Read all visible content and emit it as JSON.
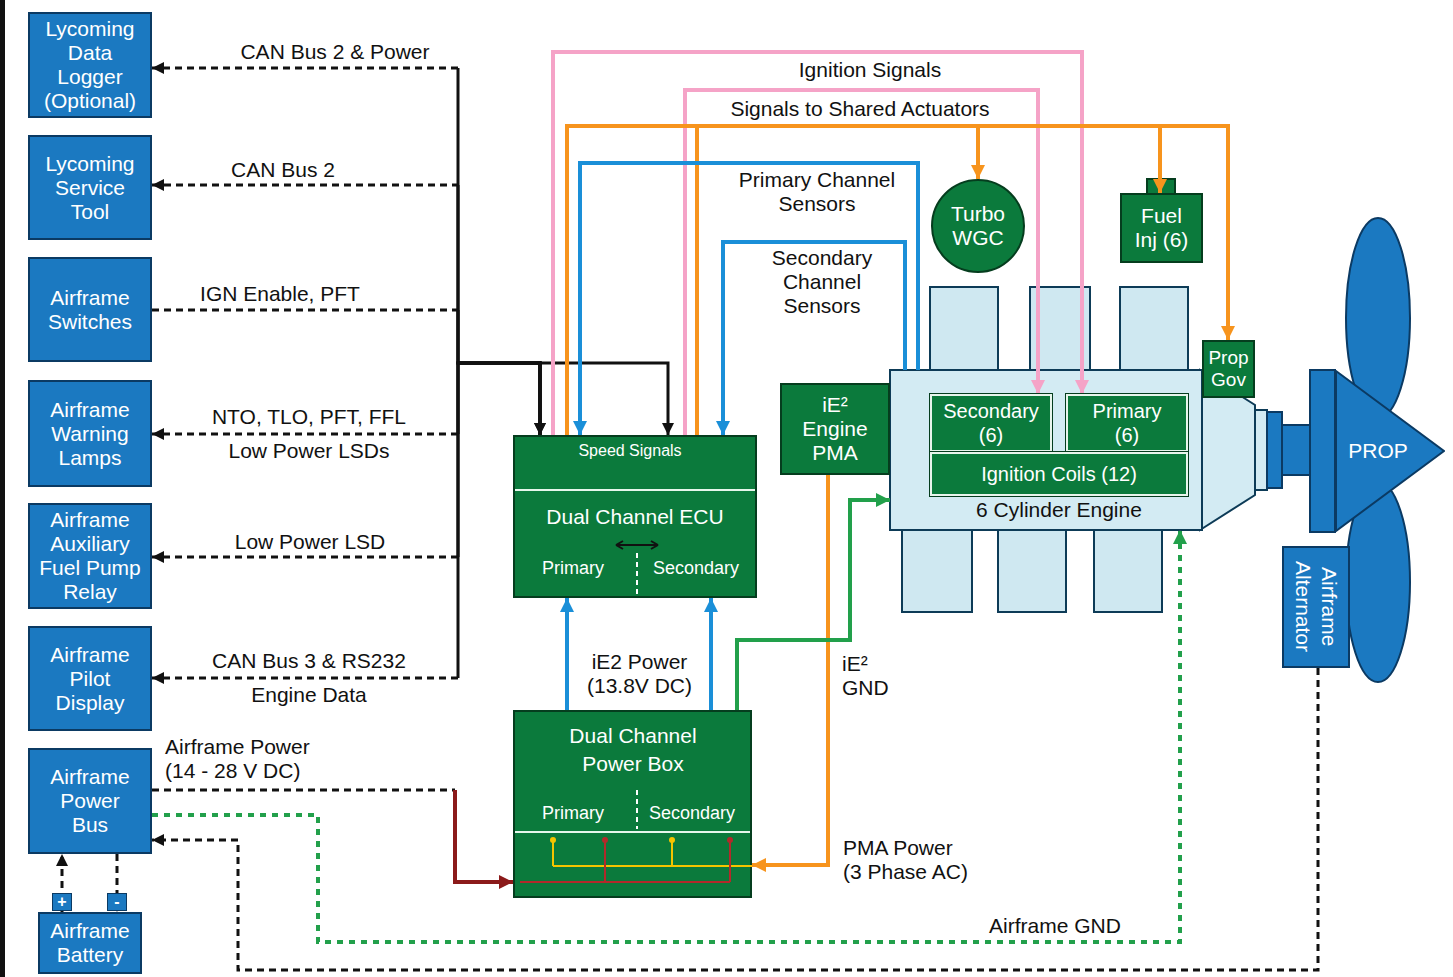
{
  "diagram": {
    "nodes": [
      {
        "text": [
          "Lycoming Data Logger (Optional)"
        ]
      },
      {
        "text": [
          "Lycoming Service Tool"
        ]
      },
      {
        "text": [
          "Airframe Switches"
        ]
      },
      {
        "text": [
          "Airframe Warning Lamps"
        ]
      },
      {
        "text": [
          "Airframe Auxiliary Fuel Pump Relay"
        ]
      },
      {
        "text": [
          "Airframe Pilot Display"
        ]
      },
      {
        "text": [
          "Airframe Power Bus"
        ]
      },
      {
        "text": [
          "Airframe Battery"
        ]
      },
      {
        "text": [
          "Speed Signals",
          "Dual Channel ECU",
          "Primary",
          "Secondary"
        ]
      },
      {
        "text": [
          "Dual Channel Power Box",
          "Primary",
          "Secondary"
        ]
      },
      {
        "text": [
          "iE² Engine PMA"
        ]
      },
      {
        "text": [
          "6 Cylinder Engine"
        ]
      },
      {
        "text": [
          "Secondary (6)"
        ],
        "in": 11
      },
      {
        "text": [
          "Primary (6)"
        ],
        "in": 11
      },
      {
        "text": [
          "Ignition Coils (12)"
        ],
        "in": 11
      },
      {
        "text": [
          "Turbo WGC"
        ]
      },
      {
        "text": [
          "Fuel Inj (6)"
        ]
      },
      {
        "text": [
          "Prop Gov"
        ]
      },
      {
        "text": [
          "PROP"
        ]
      },
      {
        "text": [
          "Airframe Alternator"
        ]
      }
    ],
    "edges": [
      {
        "from": 8,
        "to": 0,
        "arrow": "to",
        "label": "CAN Bus 2 & Power"
      },
      {
        "from": 1,
        "to": 8,
        "arrow": "both",
        "label": "CAN Bus 2"
      },
      {
        "from": 2,
        "to": 8,
        "arrow": "to",
        "label": "IGN Enable, PFT"
      },
      {
        "from": 8,
        "to": 3,
        "arrow": "to",
        "label": "NTO, TLO, PFT, FFL Low Power LSDs"
      },
      {
        "from": 8,
        "to": 4,
        "arrow": "to",
        "label": "Low Power LSD"
      },
      {
        "from": 8,
        "to": 5,
        "arrow": "to",
        "label": "CAN Bus 3 & RS232 Engine Data"
      },
      {
        "from": 6,
        "to": 9,
        "arrow": "to",
        "label": "Airframe Power (14 - 28 V DC)"
      },
      {
        "from": 9,
        "to": 8,
        "arrow": "to",
        "label": "iE2 Power (13.8V DC)"
      },
      {
        "from": 9,
        "to": 8,
        "arrow": "to"
      },
      {
        "from": 10,
        "to": 9,
        "arrow": "to",
        "label": "PMA Power (3 Phase AC)"
      },
      {
        "from": 9,
        "to": 11,
        "arrow": "to",
        "label": "iE² GND"
      },
      {
        "from": 6,
        "to": 11,
        "arrow": "to",
        "label": "Airframe GND"
      },
      {
        "from": 19,
        "to": 6,
        "arrow": "to"
      },
      {
        "from": 7,
        "to": 6,
        "arrow": "to"
      },
      {
        "from": 6,
        "to": 7,
        "arrow": "to"
      },
      {
        "from": 8,
        "to": 13,
        "arrow": "to",
        "label": "Ignition Signals"
      },
      {
        "from": 8,
        "to": 12,
        "arrow": "to"
      },
      {
        "from": 8,
        "to": 15,
        "arrow": "to",
        "label": "Signals to Shared Actuators"
      },
      {
        "from": 8,
        "to": 16,
        "arrow": "to"
      },
      {
        "from": 8,
        "to": 17,
        "arrow": "to"
      },
      {
        "from": 11,
        "to": 8,
        "arrow": "to",
        "label": "Primary Channel Sensors"
      },
      {
        "from": 11,
        "to": 8,
        "arrow": "to",
        "label": "Secondary Channel Sensors"
      }
    ],
    "labels": [
      "+",
      "-"
    ]
  }
}
